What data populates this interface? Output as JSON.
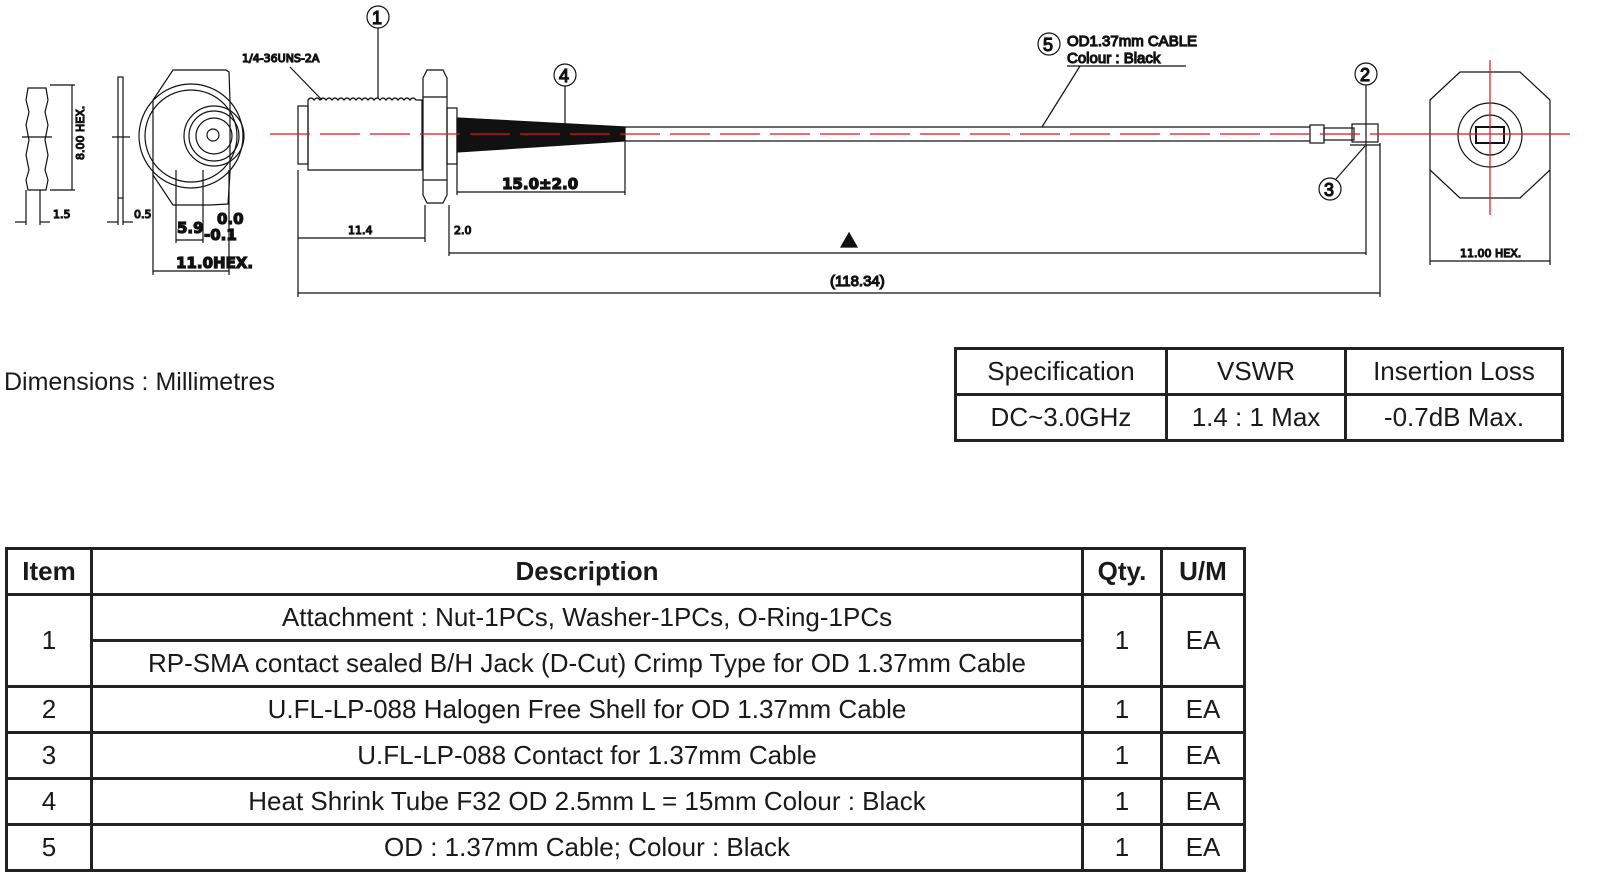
{
  "drawing": {
    "thread_label": "1/4-36UNS-2A",
    "nut_hex": "8.00 HEX.",
    "nut_thickness": "1.5",
    "washer_thickness": "0.5",
    "flat_dim": "5.9",
    "flat_tol_upper": "0.0",
    "flat_tol_lower": "-0.1",
    "front_hex": "11.0HEX.",
    "thread_length": "11.4",
    "flange": "2.0",
    "heatshrink_length": "15.0±2.0",
    "overall_length": "(118.34)",
    "end_hex": "11.00 HEX.",
    "cable_label_1": "OD1.37mm CABLE",
    "cable_label_2": "Colour : Black",
    "balloons": [
      "1",
      "2",
      "3",
      "4",
      "5"
    ],
    "centerline_color": "#e0141e"
  },
  "dimensions_note": "Dimensions : Millimetres",
  "spec_table": {
    "headers": [
      "Specification",
      "VSWR",
      "Insertion Loss"
    ],
    "row": [
      "DC~3.0GHz",
      "1.4 : 1 Max",
      "-0.7dB Max."
    ]
  },
  "bom": {
    "headers": [
      "Item",
      "Description",
      "Qty.",
      "U/M"
    ],
    "rows": [
      {
        "item": "1",
        "desc": [
          "Attachment : Nut-1PCs, Washer-1PCs, O-Ring-1PCs",
          "RP-SMA contact sealed B/H Jack (D-Cut) Crimp Type for OD 1.37mm Cable"
        ],
        "qty": "1",
        "um": "EA"
      },
      {
        "item": "2",
        "desc": "U.FL-LP-088 Halogen Free Shell for OD 1.37mm Cable",
        "qty": "1",
        "um": "EA"
      },
      {
        "item": "3",
        "desc": "U.FL-LP-088 Contact for 1.37mm Cable",
        "qty": "1",
        "um": "EA"
      },
      {
        "item": "4",
        "desc": "Heat Shrink Tube F32 OD 2.5mm L = 15mm Colour : Black",
        "qty": "1",
        "um": "EA"
      },
      {
        "item": "5",
        "desc": "OD : 1.37mm Cable; Colour : Black",
        "qty": "1",
        "um": "EA"
      }
    ]
  }
}
